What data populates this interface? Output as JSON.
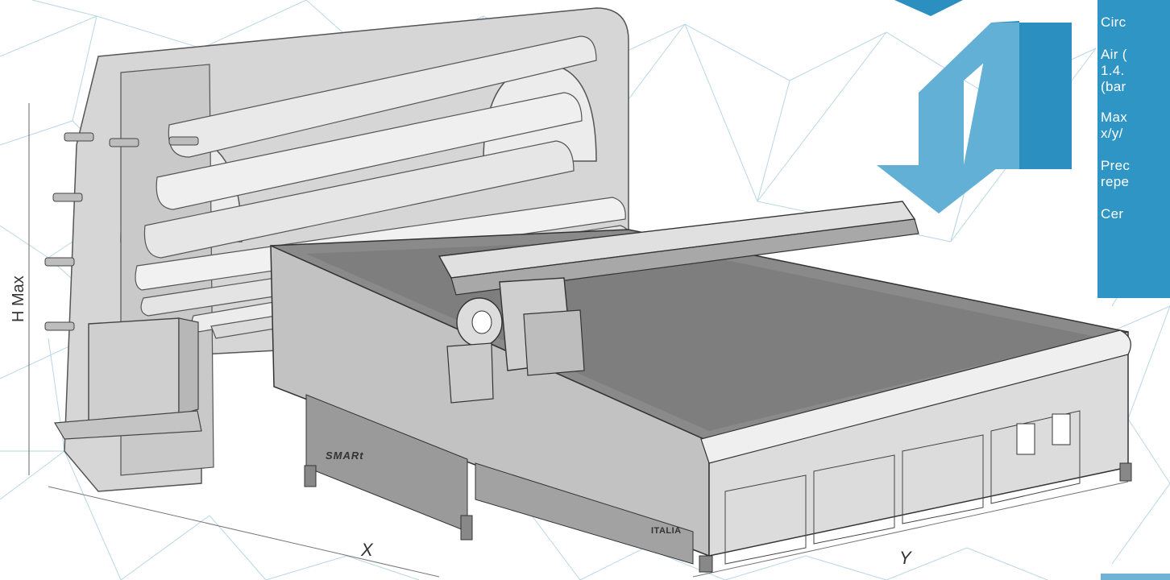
{
  "specs": {
    "lines": [
      "Circ",
      "Air (",
      "1.4.",
      "(bar",
      "Max",
      "x/y/",
      "Prec",
      "repe",
      "Cer"
    ]
  },
  "axes": {
    "x": "X",
    "y": "Y",
    "h": "H Max"
  },
  "machine": {
    "brand": "SMARt",
    "origin": "ITALIA"
  },
  "colors": {
    "panel": "#2e95c4",
    "arrow_dark": "#2b8fc0",
    "arrow_light": "#62b0d6",
    "network": "#b9d6e6"
  }
}
